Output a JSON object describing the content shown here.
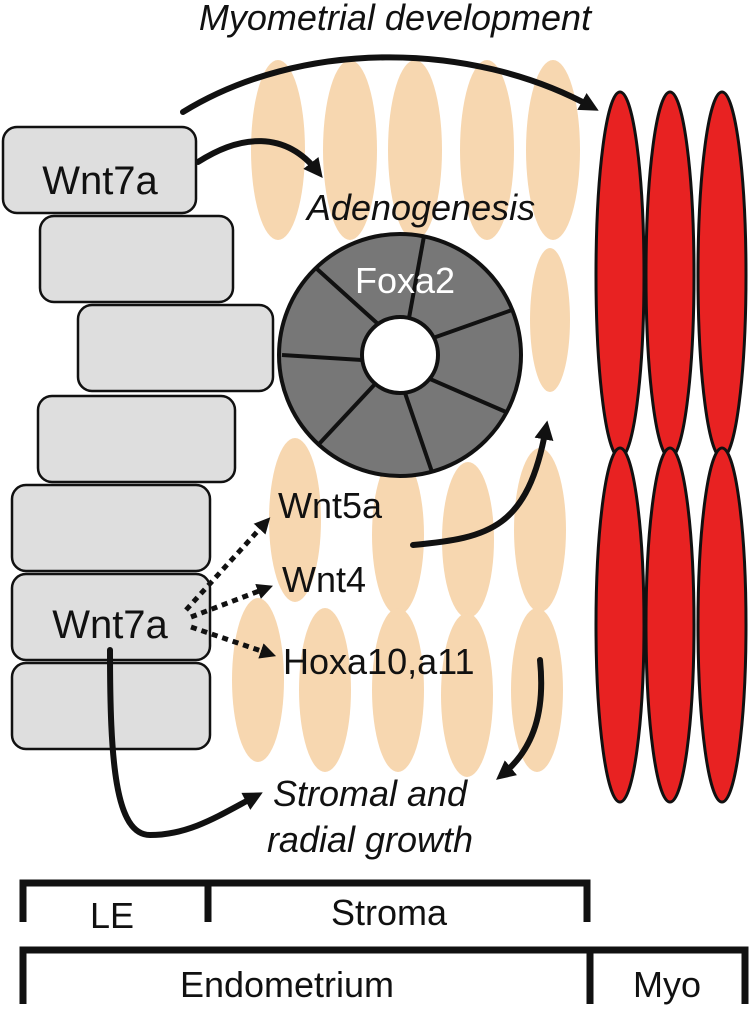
{
  "diagram": {
    "title": "Myometrial development",
    "labels": {
      "wnt7a_top": "Wnt7a",
      "wnt7a_bottom": "Wnt7a",
      "adenogenesis": "Adenogenesis",
      "foxa2": "Foxa2",
      "wnt5a": "Wnt5a",
      "wnt4": "Wnt4",
      "hoxa": "Hoxa10,a11",
      "stromal_line1": "Stromal and",
      "stromal_line2": "radial growth"
    },
    "scale": {
      "le": "LE",
      "stroma": "Stroma",
      "endometrium": "Endometrium",
      "myo": "Myo"
    },
    "colors": {
      "epithelium_fill": "#dedede",
      "stroma_cell": "#f7d7b0",
      "myometrium_cell": "#e82222",
      "gland_fill": "#777777",
      "stroke": "#111111"
    }
  }
}
